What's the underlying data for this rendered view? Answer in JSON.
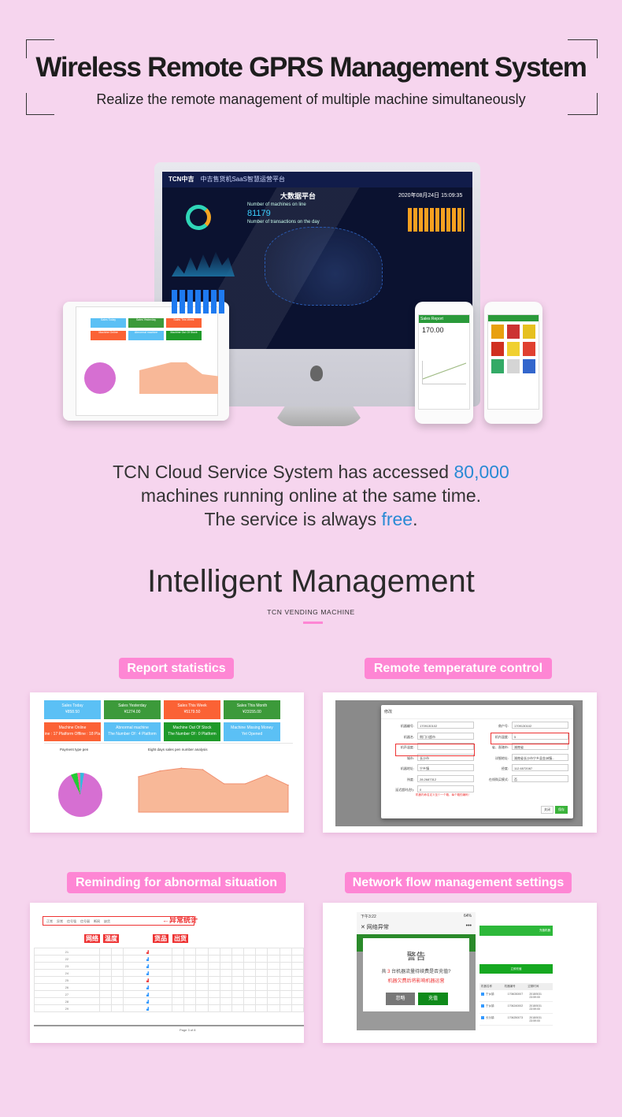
{
  "header": {
    "title": "Wireless Remote GPRS Management System",
    "subtitle": "Realize the remote management of multiple machine simultaneously"
  },
  "dashboard": {
    "brand": "TCN中吉",
    "platform": "中吉售货机SaaS智慧运营平台",
    "big_data": "大数据平台",
    "datetime": "2020年08月24日 15:09:35",
    "machines_label": "Number of machines on line",
    "machines_value": "81179",
    "transactions_label": "Number of transactions on the day"
  },
  "tablet": {
    "cards": [
      "Sales Today",
      "Sales Yesterday",
      "Sales This Week",
      "Machine Online",
      "Abnormal machine",
      "Machine Out Of Stock"
    ]
  },
  "phone1": {
    "title": "Sales Report",
    "value": "170.00"
  },
  "info": {
    "line1_pre": "TCN Cloud Service System has accessed ",
    "line1_num": "80,000",
    "line2": "machines running online at the same time.",
    "line3_pre": "The service is always ",
    "line3_free": "free",
    "line3_post": "."
  },
  "section": {
    "title": "Intelligent Management",
    "subtitle": "TCN VENDING MACHINE"
  },
  "features": [
    {
      "label": "Report statistics"
    },
    {
      "label": "Remote temperature control"
    },
    {
      "label": "Reminding for abnormal situation"
    },
    {
      "label": "Network flow management settings"
    }
  ],
  "report": {
    "cards": [
      {
        "title": "Sales Today",
        "value": "¥858.50",
        "color": "#5bc0f5"
      },
      {
        "title": "Sales Yesterday",
        "value": "¥1274.00",
        "color": "#3c9a3a"
      },
      {
        "title": "Sales This Week",
        "value": "¥5179.50",
        "color": "#fb6235"
      },
      {
        "title": "Sales This Month",
        "value": "¥23155.00",
        "color": "#3c9a3a"
      },
      {
        "title": "Machine Online",
        "value": "ine : 17 Platform  Offline : 18 Pla",
        "color": "#fb6235"
      },
      {
        "title": "Abnormal machine",
        "value": "The Number Of : 4  Platform",
        "color": "#5bc0f5"
      },
      {
        "title": "Machine Out Of Stock",
        "value": "The Number Of : 0  Platform",
        "color": "#1f9a2a"
      },
      {
        "title": "Machine Missing Money",
        "value": "Yet Opened",
        "color": "#5bc0f5"
      }
    ],
    "pie_title": "Payment type pen",
    "area_title": "Eight days sales pen number analysis",
    "area_values": [
      25,
      29,
      31,
      30,
      20,
      20,
      26,
      19
    ]
  },
  "temperature": {
    "dialog_title": "修改",
    "fields_left": [
      [
        "机器编号:",
        "1709130102"
      ],
      [
        "机器名:",
        "侧门口超市"
      ],
      [
        "机声温度:",
        ""
      ],
      [
        "城市:",
        "长沙市"
      ],
      [
        "机器地址:",
        "宁乡镇"
      ],
      [
        "纬度:",
        "28.2687312"
      ],
      [
        "延迟超时(秒):",
        "0"
      ]
    ],
    "fields_right": [
      [
        "商户号:",
        "1709130102"
      ],
      [
        "机内温度:",
        "5"
      ],
      [
        "省、直辖市:",
        "湖南省"
      ],
      [
        "详细地址:",
        "湖南省长沙市宁乡县金洲镇..."
      ],
      [
        "经度:",
        "112.6572087"
      ],
      [
        "在线购买模式:",
        "否"
      ]
    ],
    "warning": "机器内命名定义至少一个箱，每个箱的编码！",
    "close": "关闭",
    "save": "保存"
  },
  "abnormal": {
    "callout": "异常统计",
    "tags": [
      "网络",
      "温度",
      "货品",
      "出货"
    ],
    "legend": [
      "正常",
      "异常",
      "信号强",
      "信号弱",
      "断网",
      "缺货"
    ],
    "rows": [
      "21",
      "22",
      "23",
      "24",
      "25",
      "26",
      "27",
      "28",
      "29"
    ],
    "pager": "Page 3 of 8"
  },
  "network": {
    "time": "下午3:22",
    "battery": "64%",
    "nav_title": "网络异常",
    "dialog_title": "警告",
    "msg_pre": "共 ",
    "msg_num": "3",
    "msg_post": " 台机器流量待续费是否充值?",
    "msg_red": "机器欠费后将影响机器运营",
    "ignore": "忽略",
    "recharge": "充值",
    "side_title": "充值机器",
    "pay_button": "立即充值",
    "side_cols": [
      "机器名称",
      "机器编号",
      "过期时间"
    ],
    "side_rows": [
      [
        "宁乡镇",
        "1706030007",
        "2018/5/31 23:59:00"
      ],
      [
        "宁乡镇",
        "1706240002",
        "2018/5/31 23:59:00"
      ],
      [
        "长沙镇",
        "1706250073",
        "2018/5/31 23:59:00"
      ]
    ]
  }
}
